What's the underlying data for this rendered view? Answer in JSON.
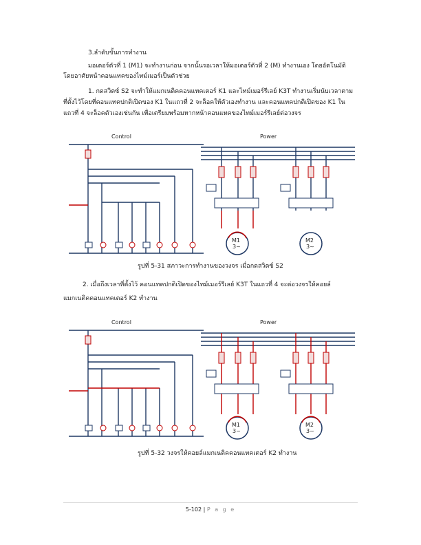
{
  "section_title": "3.ลำดับขั้นการทำงาน",
  "intro_line1": "มอเตอร์ตัวที่ 1 (M1) จะทำงานก่อน จากนั้นรอเวลาให้มอเตอร์ตัวที่ 2 (M) ทำงานเอง โดยอัตโนมัติ",
  "intro_line2": "โดยอาศัยหน้าคอนแทคของไทม์เมอร์เป็นตัวช่วย",
  "step1_line1": "1. กดสวิตซ์ S2 จะทำให้แมกเนติคคอนแทคเตอร์ K1 และไทม์เมอร์รีเลย์ K3T ทำงานเริ่มนับเวลาตาม",
  "step1_line2": "ที่ตั้งไว้โดยที่คอนแทคปกติเปิดของ K1 ในแถวที่ 2 จะล็อคให้ตัวเองทำงาน และคอนแทคปกติเปิดของ K1 ใน",
  "step1_line3": "แถวที่ 4 จะล็อคตัวเองเช่นกัน เพื่อเตรียมพร้อมหากหน้าคอนแทคของไทม์เมอร์รีเลย์ต่อวงจร",
  "step2_line1": "2.   เมื่อถึงเวลาที่ตั้งไว้ คอนแทคปกติเปิดของไทม์เมอร์รีเลย์ K3T ในแถวที่ 4   จะต่อวงจรให้คอยล์",
  "step2_line2": "แมกเนติคคอนแทคเตอร์ K2 ทำงาน",
  "figure1": {
    "control_label": "Control",
    "power_label": "Power",
    "caption": "รูปที่ 5-31 สภาวะการทำงานของวงจร เมื่อกดสวิตซ์ S2",
    "motor1_label": "M1",
    "motor2_label": "M2",
    "motor_phase": "3~"
  },
  "figure2": {
    "control_label": "Control",
    "power_label": "Power",
    "caption": "รูปที่ 5-32 วงจรให้คอยล์แมกเนติคคอนแทคเตอร์ K2 ทำงาน",
    "motor1_label": "M1",
    "motor2_label": "M2",
    "motor_phase": "3~"
  },
  "footer": {
    "page_number": "5-102",
    "separator": " | ",
    "page_word": "P a g e"
  },
  "colors": {
    "line_navy": "#1f3864",
    "active_red": "#c00000",
    "fuse_fill": "#f2dcdb",
    "lamp_red": "#e05050"
  }
}
